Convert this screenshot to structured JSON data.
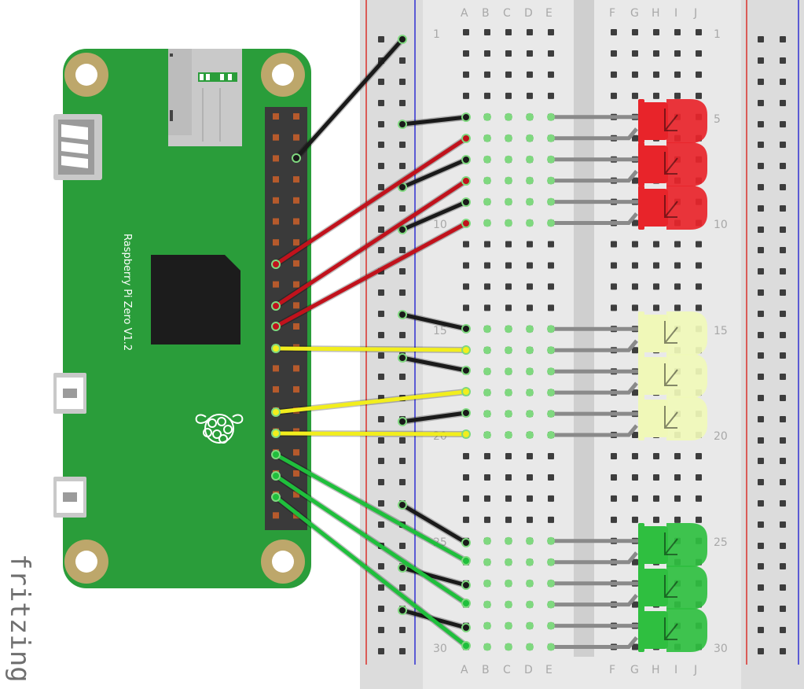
{
  "board": {
    "label": "Raspberry Pi Zero V1.2",
    "color": "#2a9d3a",
    "header_color": "#3a3a3a"
  },
  "breadboard": {
    "columns_left": [
      "A",
      "B",
      "C",
      "D",
      "E"
    ],
    "columns_right": [
      "F",
      "G",
      "H",
      "I",
      "J"
    ],
    "row_numbers": [
      "1",
      "5",
      "10",
      "15",
      "20",
      "25",
      "30"
    ],
    "rail_red": "#d9302b",
    "rail_blue": "#2f2fd2"
  },
  "leds": [
    {
      "color": "red",
      "count": 3,
      "fill": "#e8242a"
    },
    {
      "color": "yellow",
      "count": 3,
      "fill": "#f0f8b8"
    },
    {
      "color": "green",
      "count": 3,
      "fill": "#2fbf40"
    }
  ],
  "wire_colors": {
    "black": "#1a1a1a",
    "red": "#c1121c",
    "yellow": "#f2ee1d",
    "green": "#1fbf3c",
    "gray": "#8a8a8a"
  },
  "brand": "fritzing"
}
